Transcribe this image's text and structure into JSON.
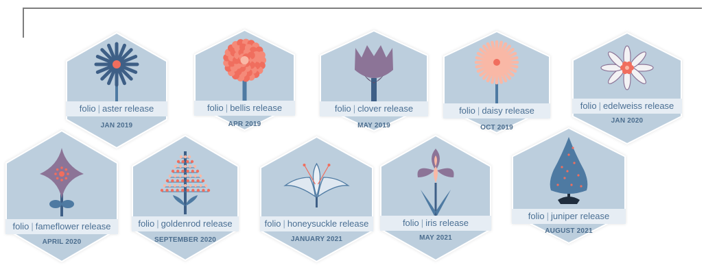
{
  "brand": "folio",
  "separator": "|",
  "colors": {
    "hex_fill": "#bccedd",
    "hex_stroke": "#ffffff",
    "band_fill": "#e6edf4",
    "text_blue": "#4a6f93",
    "coral": "#f06e5e",
    "peach": "#f9b8a6",
    "mauve": "#8c7497",
    "steel": "#4e7aa2",
    "navy": "#3e5f86"
  },
  "badges": [
    {
      "release": "aster release",
      "date": "JAN 2019",
      "icon": "aster-flower-icon"
    },
    {
      "release": "bellis release",
      "date": "APR 2019",
      "icon": "bellis-flower-icon"
    },
    {
      "release": "clover release",
      "date": "MAY 2019",
      "icon": "clover-flower-icon"
    },
    {
      "release": "daisy release",
      "date": "OCT 2019",
      "icon": "daisy-flower-icon"
    },
    {
      "release": "edelweiss release",
      "date": "JAN 2020",
      "icon": "edelweiss-flower-icon"
    },
    {
      "release": "fameflower release",
      "date": "APRIL 2020",
      "icon": "fameflower-flower-icon"
    },
    {
      "release": "goldenrod release",
      "date": "SEPTEMBER 2020",
      "icon": "goldenrod-flower-icon"
    },
    {
      "release": "honeysuckle release",
      "date": "JANUARY 2021",
      "icon": "honeysuckle-flower-icon"
    },
    {
      "release": "iris release",
      "date": "MAY 2021",
      "icon": "iris-flower-icon"
    },
    {
      "release": "juniper release",
      "date": "AUGUST 2021",
      "icon": "juniper-tree-icon"
    }
  ]
}
